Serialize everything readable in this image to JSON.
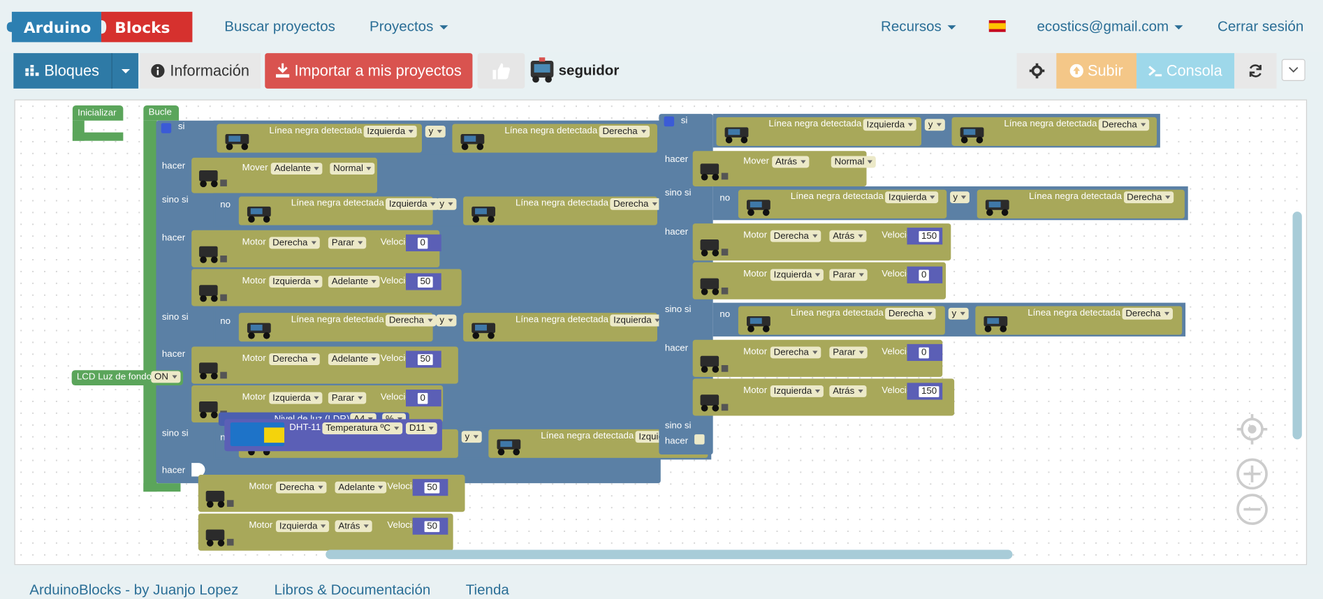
{
  "brand": {
    "part1": "Arduino",
    "part2": "Blocks"
  },
  "nav": {
    "search": "Buscar proyectos",
    "projects": "Proyectos",
    "resources": "Recursos",
    "user": "ecostics@gmail.com",
    "logout": "Cerrar sesión"
  },
  "toolbar": {
    "blocks": "Bloques",
    "info": "Información",
    "import": "Importar a mis proyectos",
    "project_name": "seguidor",
    "upload": "Subir",
    "console": "Consola"
  },
  "footer": {
    "author": "ArduinoBlocks - by Juanjo Lopez",
    "docs": "Libros & Documentación",
    "shop": "Tienda"
  },
  "blocks": {
    "inicializar": "Inicializar",
    "bucle": "Bucle",
    "si": "si",
    "hacer": "hacer",
    "sino_si": "sino si",
    "no": "no",
    "y": "y",
    "linea": "Línea negra detectada",
    "mover": "Mover",
    "motor": "Motor",
    "velocidad": "Velocidad",
    "izquierda": "Izquierda",
    "derecha": "Derecha",
    "adelante": "Adelante",
    "atras": "Atrás",
    "parar": "Parar",
    "normal": "Normal",
    "lcd": "LCD Luz de fondo",
    "on": "ON",
    "ldr": "Nivel de luz (LDR)",
    "a4": "A4",
    "pct": "%",
    "dht": "DHT-11",
    "temp": "Temperatura ºC",
    "d11": "D11",
    "v0": "0",
    "v50": "50",
    "v150": "150"
  }
}
